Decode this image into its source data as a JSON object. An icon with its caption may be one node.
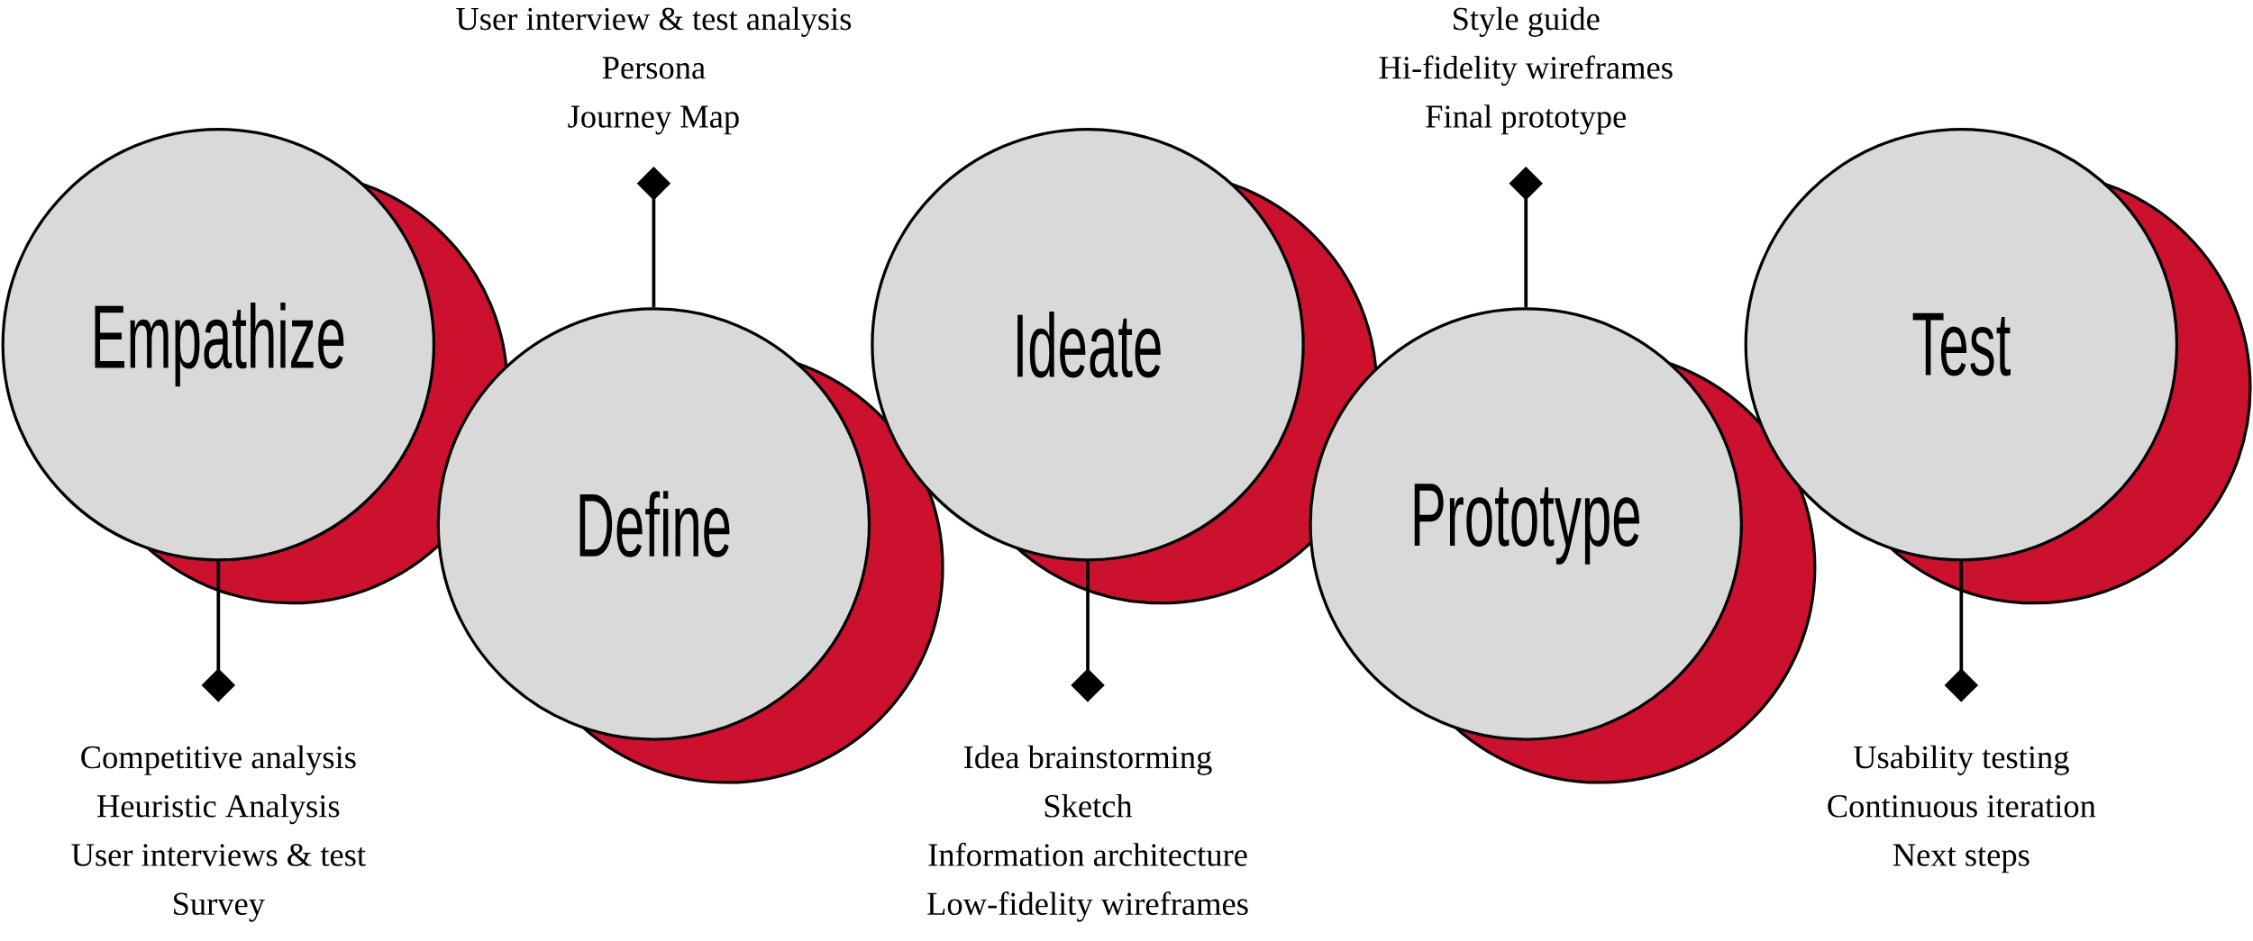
{
  "diagram": {
    "nodes": [
      {
        "text": [
          "Empathize"
        ]
      },
      {
        "text": [
          "Define"
        ]
      },
      {
        "text": [
          "Ideate"
        ]
      },
      {
        "text": [
          "Prototype"
        ]
      },
      {
        "text": [
          "Test"
        ]
      },
      {
        "text": [
          "Competitive analysis",
          "Heuristic Analysis",
          "User interviews & test",
          "Survey"
        ]
      },
      {
        "text": [
          "User interview & test analysis",
          "Persona",
          "Journey Map"
        ]
      },
      {
        "text": [
          "Idea brainstorming",
          "Sketch",
          "Information architecture",
          "Low-fidelity wireframes"
        ]
      },
      {
        "text": [
          "Style guide",
          "Hi-fidelity wireframes",
          "Final prototype"
        ]
      },
      {
        "text": [
          "Usability testing",
          "Continuous iteration",
          "Next steps"
        ]
      }
    ],
    "edges": [
      {
        "from": 0,
        "to": 5,
        "arrow": "other"
      },
      {
        "from": 1,
        "to": 6,
        "arrow": "other"
      },
      {
        "from": 2,
        "to": 7,
        "arrow": "other"
      },
      {
        "from": 3,
        "to": 8,
        "arrow": "other"
      },
      {
        "from": 4,
        "to": 9,
        "arrow": "other"
      }
    ]
  }
}
